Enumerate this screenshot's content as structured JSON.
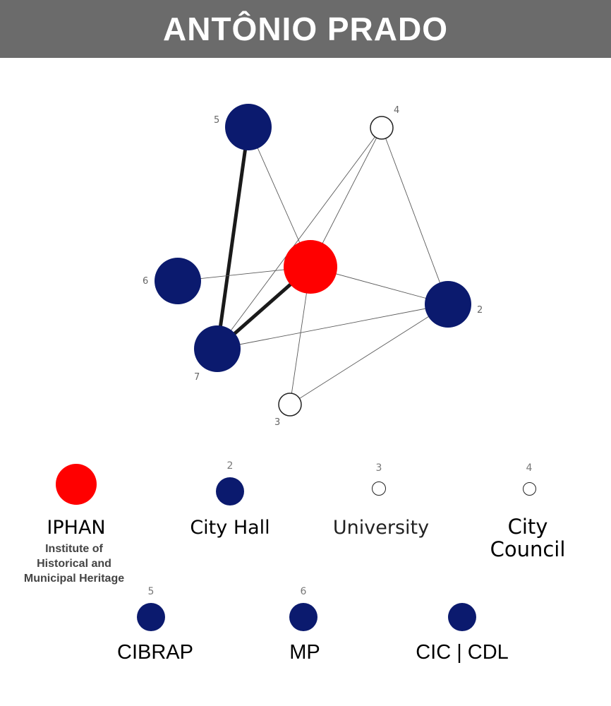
{
  "header": {
    "title": "ANTÔNIO PRADO"
  },
  "colors": {
    "red": "#ff0000",
    "navy": "#0b1a6e",
    "white": "#ffffff",
    "header_bg": "#6b6b6b"
  },
  "network": {
    "nodes": [
      {
        "id": "iphan",
        "label": "",
        "fill": "red"
      },
      {
        "id": "n5",
        "label": "5",
        "fill": "navy"
      },
      {
        "id": "n4",
        "label": "4",
        "fill": "white"
      },
      {
        "id": "n6",
        "label": "6",
        "fill": "navy"
      },
      {
        "id": "n2",
        "label": "2",
        "fill": "navy"
      },
      {
        "id": "n7",
        "label": "7",
        "fill": "navy"
      },
      {
        "id": "n3",
        "label": "3",
        "fill": "white"
      }
    ],
    "edges": [
      {
        "from": "n5",
        "to": "n7",
        "weight": "strong"
      },
      {
        "from": "iphan",
        "to": "n7",
        "weight": "strong"
      },
      {
        "from": "n5",
        "to": "iphan",
        "weight": "weak"
      },
      {
        "from": "n4",
        "to": "iphan",
        "weight": "weak"
      },
      {
        "from": "n4",
        "to": "n7",
        "weight": "weak"
      },
      {
        "from": "n4",
        "to": "n2",
        "weight": "weak"
      },
      {
        "from": "n6",
        "to": "iphan",
        "weight": "weak"
      },
      {
        "from": "iphan",
        "to": "n2",
        "weight": "weak"
      },
      {
        "from": "iphan",
        "to": "n3",
        "weight": "weak"
      },
      {
        "from": "n7",
        "to": "n2",
        "weight": "weak"
      },
      {
        "from": "n3",
        "to": "n2",
        "weight": "weak"
      }
    ]
  },
  "legend": {
    "iphan": {
      "label": "IPHAN",
      "sub": [
        "Institute of",
        "Historical and",
        "Municipal Heritage"
      ]
    },
    "city_hall": {
      "num": "2",
      "label": "City Hall"
    },
    "university": {
      "num": "3",
      "label": "University"
    },
    "city_council": {
      "num": "4",
      "label_line1": "City",
      "label_line2": "Council"
    },
    "cibrap": {
      "num": "5",
      "label": "CIBRAP"
    },
    "mp": {
      "num": "6",
      "label": "MP"
    },
    "cic_cdl": {
      "label": "CIC | CDL"
    }
  }
}
